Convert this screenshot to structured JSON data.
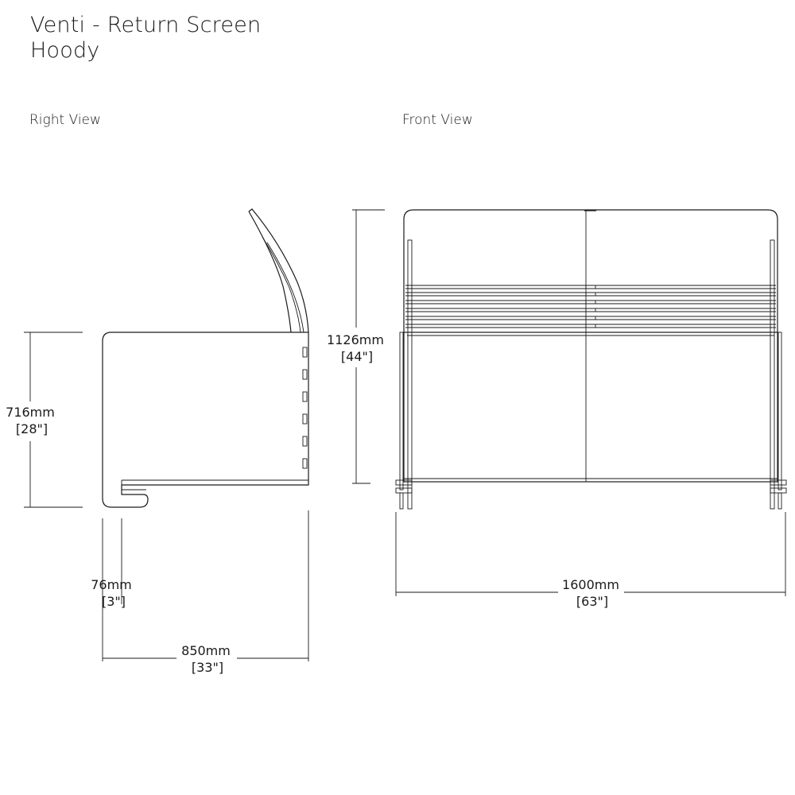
{
  "header": {
    "title_line1": "Venti - Return Screen",
    "title_line2": "Hoody"
  },
  "views": {
    "right_label": "Right View",
    "front_label": "Front View"
  },
  "dimensions": {
    "height_right": {
      "mm": "716mm",
      "inch": "[28\"]"
    },
    "foot_depth": {
      "mm": "76mm",
      "inch": "[3\"]"
    },
    "depth": {
      "mm": "850mm",
      "inch": "[33\"]"
    },
    "height_total": {
      "mm": "1126mm",
      "inch": "[44\"]"
    },
    "width": {
      "mm": "1600mm",
      "inch": "[63\"]"
    }
  }
}
